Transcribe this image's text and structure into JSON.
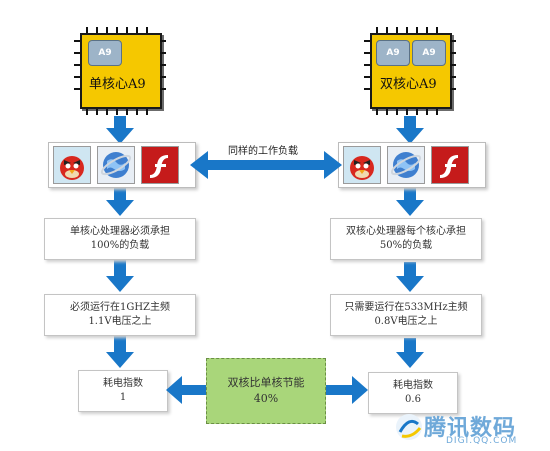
{
  "left": {
    "chip_label": "单核心A9",
    "cores": [
      "A9"
    ],
    "step1": [
      "单核心处理器必须承担",
      "100%的负载"
    ],
    "step2": [
      "必须运行在1GHZ主频",
      "1.1V电压之上"
    ],
    "power": [
      "耗电指数",
      "1"
    ]
  },
  "right": {
    "chip_label": "双核心A9",
    "cores": [
      "A9",
      "A9"
    ],
    "step1": [
      "双核心处理器每个核心承担",
      "50%的负载"
    ],
    "step2": [
      "只需要运行在533MHz主频",
      "0.8V电压之上"
    ],
    "power": [
      "耗电指数",
      "0.6"
    ]
  },
  "same_workload_label": "同样的工作负载",
  "comparison": [
    "双核比单核节能",
    "40%"
  ],
  "apps": [
    "angry-birds-icon",
    "browser-globe-icon",
    "flash-icon"
  ],
  "watermark": {
    "title": "腾讯数码",
    "url": "DIGI.QQ.COM"
  },
  "colors": {
    "chip": "#f5c800",
    "arrow": "#1977c8",
    "highlight": "#a9d67a"
  }
}
